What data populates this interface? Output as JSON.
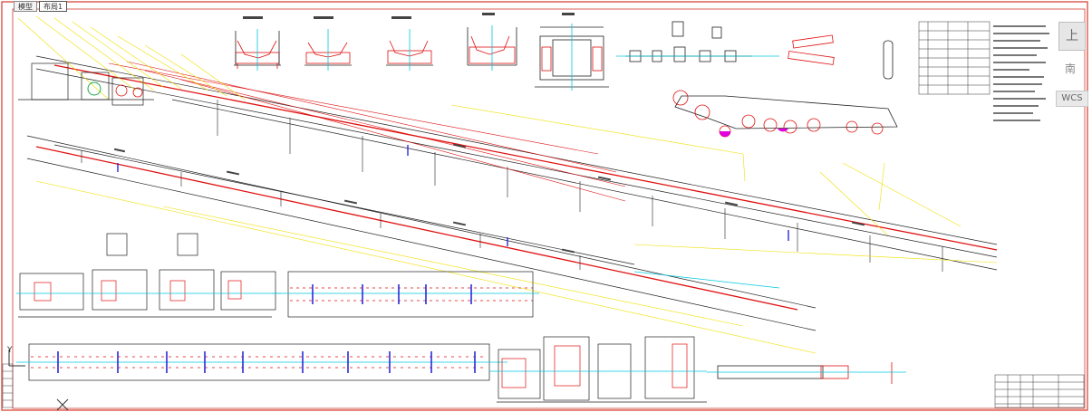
{
  "window": {
    "tabs": [
      {
        "label": "模型",
        "active": false
      },
      {
        "label": "布局1",
        "active": true
      }
    ]
  },
  "viewcube": {
    "face_label": "上",
    "compass_label": "南",
    "wcs_label": "WCS"
  },
  "ucs": {
    "axis_label": "Y"
  },
  "colors": {
    "border": "#d33a2c",
    "belt": "#e01010",
    "leader": "#f0e000",
    "center": "#00c8e0",
    "accent": "#2a2ad8",
    "ink": "#222222",
    "magenta": "#e000e0"
  },
  "icons": [
    "viewcube-face-icon",
    "compass-icon",
    "ucs-axis-icon",
    "close-x-icon"
  ]
}
